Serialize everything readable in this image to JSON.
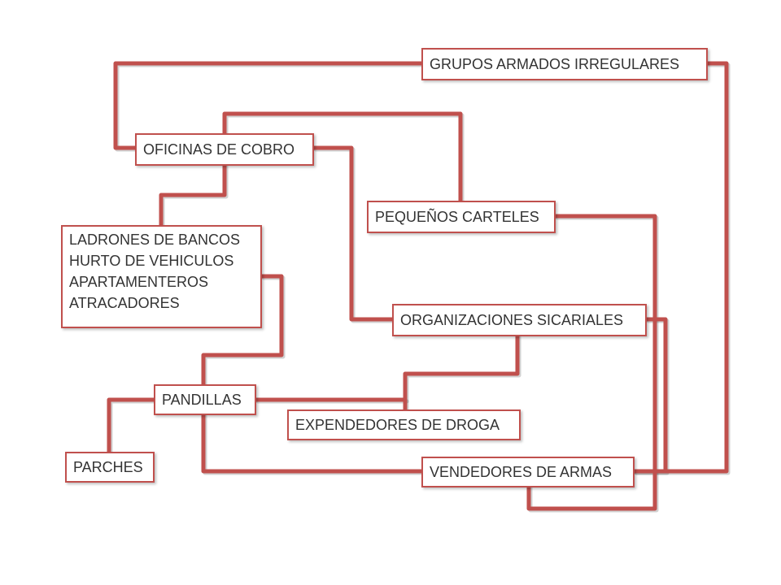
{
  "nodes": {
    "grupos_armados": "GRUPOS ARMADOS IRREGULARES",
    "oficinas_cobro": "OFICINAS DE COBRO",
    "pequenos_carteles": "PEQUEÑOS CARTELES",
    "ladrones": [
      "LADRONES DE BANCOS",
      "HURTO DE VEHICULOS",
      "APARTAMENTEROS",
      "ATRACADORES"
    ],
    "organizaciones_sicariales": "ORGANIZACIONES SICARIALES",
    "pandillas": "PANDILLAS",
    "expendedores": "EXPENDEDORES DE DROGA",
    "parches": "PARCHES",
    "vendedores_armas": "VENDEDORES DE ARMAS"
  },
  "colors": {
    "connector": "#c0504d",
    "border": "#c0504d",
    "text": "#333333"
  }
}
